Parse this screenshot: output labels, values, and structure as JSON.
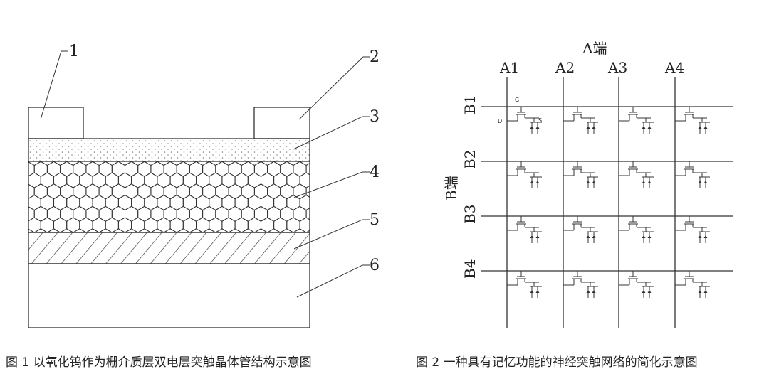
{
  "figure1": {
    "caption": "图 1  以氧化钨作为栅介质层双电层突触晶体管结构示意图",
    "labels": [
      "1",
      "2",
      "3",
      "4",
      "5",
      "6"
    ]
  },
  "figure2": {
    "caption": "图 2  一种具有记忆功能的神经突触网络的简化示意图",
    "a_terminal": "A端",
    "b_terminal": "B端",
    "columns": [
      "A1",
      "A2",
      "A3",
      "A4"
    ],
    "rows": [
      "B1",
      "B2",
      "B3",
      "B4"
    ],
    "pin_labels": {
      "gate": "G",
      "drain": "D",
      "source": "S"
    }
  }
}
